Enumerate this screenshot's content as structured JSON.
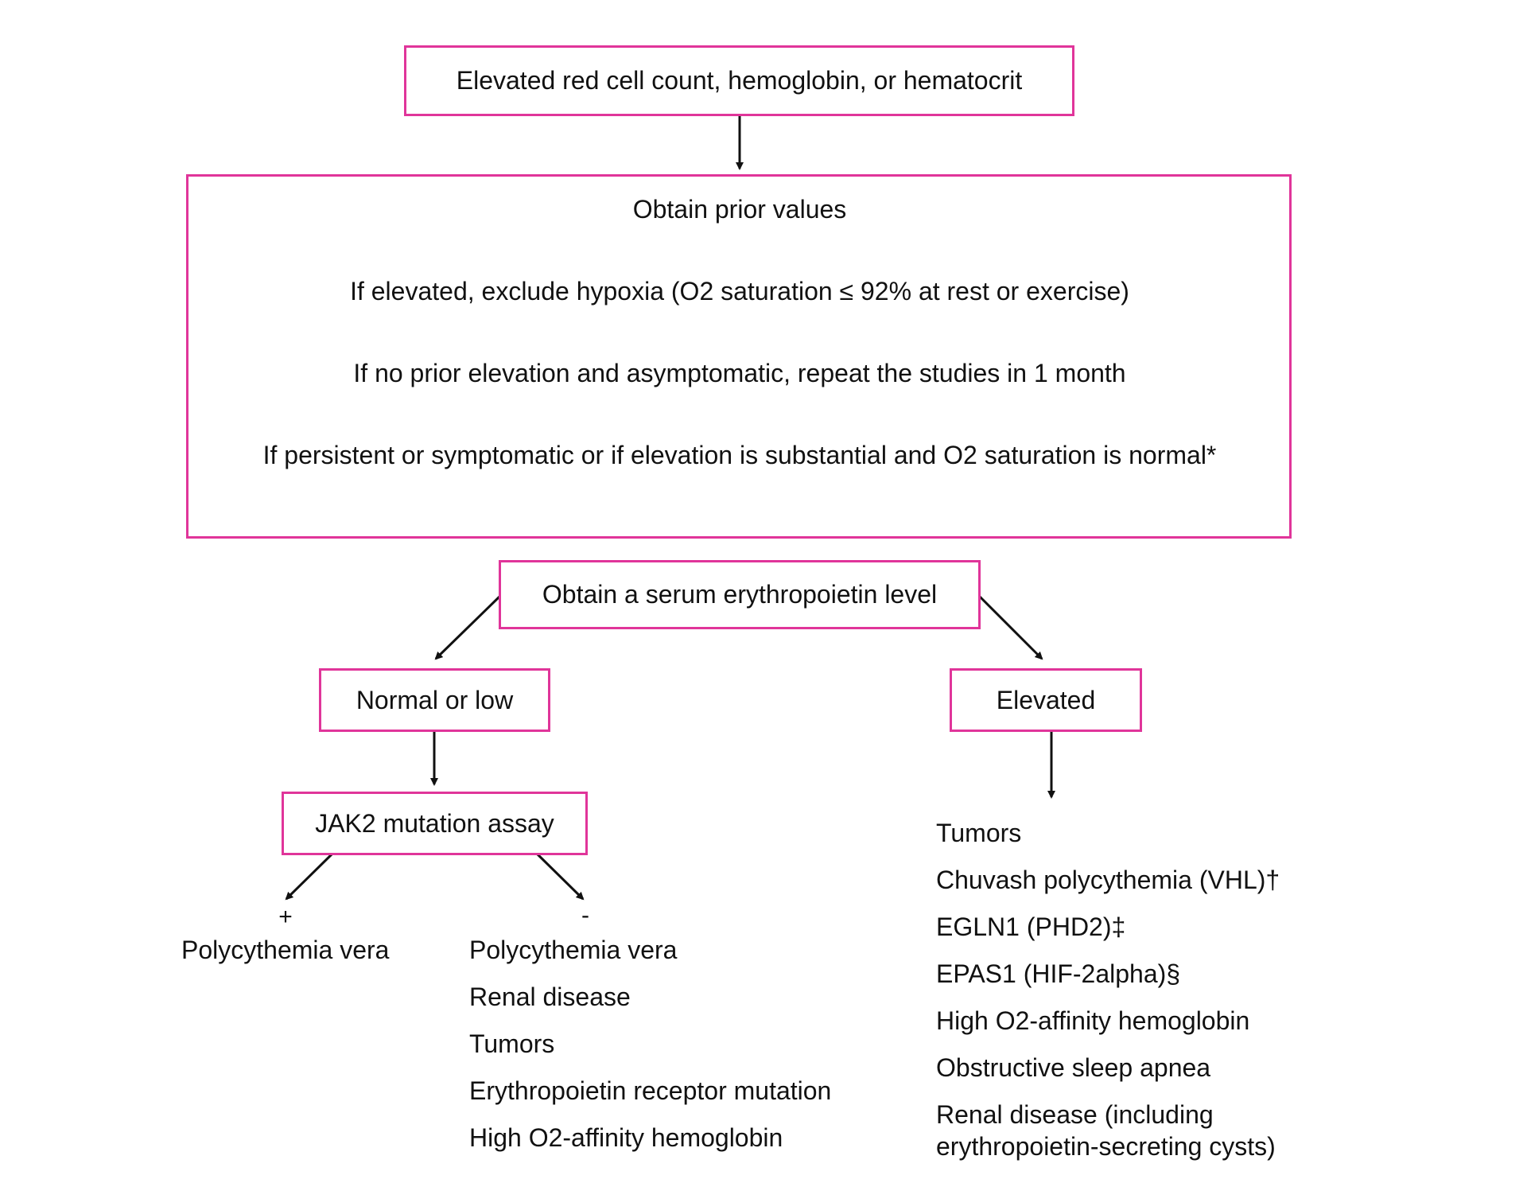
{
  "colors": {
    "box_border": "#e0359a",
    "arrow": "#111111"
  },
  "top_box": {
    "label": "Elevated red cell count, hemoglobin, or hematocrit"
  },
  "workup_box": {
    "steps": [
      "Obtain prior values",
      "If elevated, exclude hypoxia (O2 saturation ≤ 92% at rest or exercise)",
      "If no prior elevation and asymptomatic, repeat the studies in 1 month",
      "If persistent or symptomatic or if elevation is substantial and O2 saturation is normal*"
    ]
  },
  "epo_box": {
    "label": "Obtain a serum erythropoietin level"
  },
  "normal_low_box": {
    "label": "Normal or low"
  },
  "elevated_box": {
    "label": "Elevated"
  },
  "jak2_box": {
    "label": "JAK2 mutation assay"
  },
  "jak2_positive": {
    "sign": "+",
    "items": [
      "Polycythemia vera"
    ]
  },
  "jak2_negative": {
    "sign": "-",
    "items": [
      "Polycythemia vera",
      "Renal disease",
      "Tumors",
      "Erythropoietin receptor mutation",
      "High O2-affinity hemoglobin"
    ]
  },
  "elevated_causes": {
    "items": [
      "Tumors",
      "Chuvash polycythemia (VHL)†",
      "EGLN1 (PHD2)‡",
      "EPAS1 (HIF-2alpha)§",
      "High O2-affinity hemoglobin",
      "Obstructive sleep apnea",
      "Renal disease (including erythropoietin-secreting cysts)"
    ]
  }
}
